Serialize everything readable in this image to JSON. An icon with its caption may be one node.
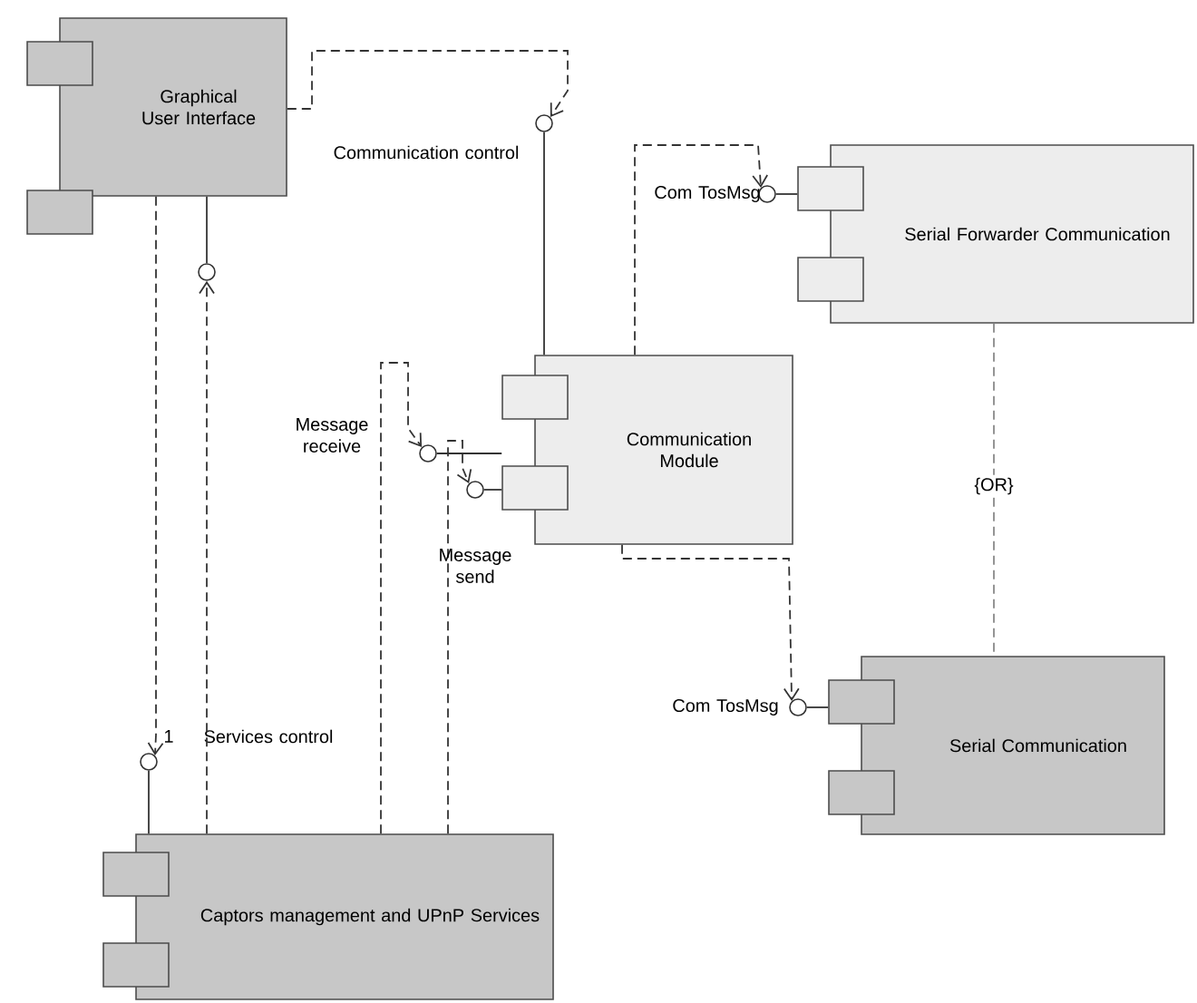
{
  "diagram": {
    "nodes": [
      {
        "text": [
          "Graphical User Interface"
        ]
      },
      {
        "text": [
          "Communication Module"
        ]
      },
      {
        "text": [
          "Serial Forwarder Communication"
        ]
      },
      {
        "text": [
          "Serial Communication"
        ]
      },
      {
        "text": [
          "Captors management and UPnP Services"
        ]
      },
      {
        "text": [],
        "shape": "circle",
        "beside": [
          "Communication control"
        ]
      },
      {
        "text": [],
        "shape": "circle",
        "beside": [
          "Message receive"
        ]
      },
      {
        "text": [],
        "shape": "circle"
      },
      {
        "text": [],
        "shape": "circle",
        "beside": [
          "1",
          "Services control"
        ]
      },
      {
        "text": [],
        "shape": "circle"
      },
      {
        "text": [],
        "shape": "circle",
        "beside": [
          "Com TosMsg"
        ]
      },
      {
        "text": [],
        "shape": "circle",
        "beside": [
          "Com TosMsg"
        ]
      }
    ],
    "edges": [
      {
        "from": 1,
        "to": 5,
        "arrow": "none"
      },
      {
        "from": 0,
        "to": 5,
        "arrow": "to",
        "style": "dashed"
      },
      {
        "from": 1,
        "to": 6,
        "arrow": "none"
      },
      {
        "from": 4,
        "to": 6,
        "arrow": "to",
        "style": "dashed"
      },
      {
        "from": 1,
        "to": 7,
        "arrow": "none"
      },
      {
        "from": 4,
        "to": 7,
        "arrow": "to",
        "style": "dashed"
      },
      {
        "from": 4,
        "to": 8,
        "arrow": "none"
      },
      {
        "from": 0,
        "to": 8,
        "arrow": "to",
        "style": "dashed"
      },
      {
        "from": 0,
        "to": 9,
        "arrow": "none"
      },
      {
        "from": 4,
        "to": 9,
        "arrow": "to",
        "style": "dashed"
      },
      {
        "from": 2,
        "to": 10,
        "arrow": "none"
      },
      {
        "from": 1,
        "to": 10,
        "arrow": "to",
        "style": "dashed"
      },
      {
        "from": 3,
        "to": 11,
        "arrow": "none"
      },
      {
        "from": 1,
        "to": 11,
        "arrow": "to",
        "style": "dashed"
      },
      {
        "from": 2,
        "to": 3,
        "arrow": "none",
        "style": "dashed",
        "color": "#8a8a8a",
        "label": "{OR}"
      }
    ],
    "labels": [
      "Message send"
    ]
  }
}
